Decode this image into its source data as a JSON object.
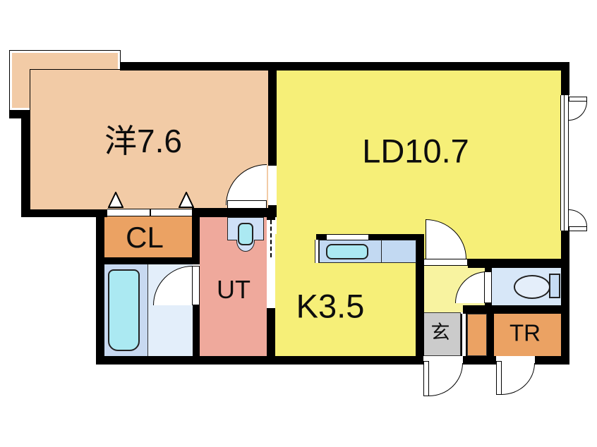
{
  "plan": {
    "title": "apartment-floor-plan",
    "rooms": {
      "western": {
        "label": "洋7.6"
      },
      "living_dining": {
        "label": "LD10.7"
      },
      "kitchen": {
        "label": "K3.5"
      },
      "closet": {
        "label": "CL"
      },
      "utility": {
        "label": "UT"
      },
      "trunk": {
        "label": "TR"
      },
      "entrance": {
        "label": "玄"
      }
    },
    "fixtures": [
      "bathtub",
      "washbasin",
      "kitchen-sink-counter",
      "toilet"
    ],
    "features": [
      "balcony-bay-window",
      "closet-folding-door-marks",
      "swing-doors",
      "casement-windows"
    ],
    "colors": {
      "wall": "#000000",
      "western_room": "#f2cba6",
      "living_dining": "#f6ef78",
      "kitchen": "#f6ef78",
      "hallway": "#f8f3a0",
      "closet": "#eba263",
      "trunk_room": "#eba263",
      "utility": "#efa99c",
      "bathroom_floor": "#e3eefa",
      "tub_platform": "#c8d9f1",
      "toilet_room": "#d7e7f8",
      "fixture_blue": "#cfe0f7",
      "water_cyan": "#abe9f2",
      "entrance_gray": "#cbcbcb"
    }
  }
}
